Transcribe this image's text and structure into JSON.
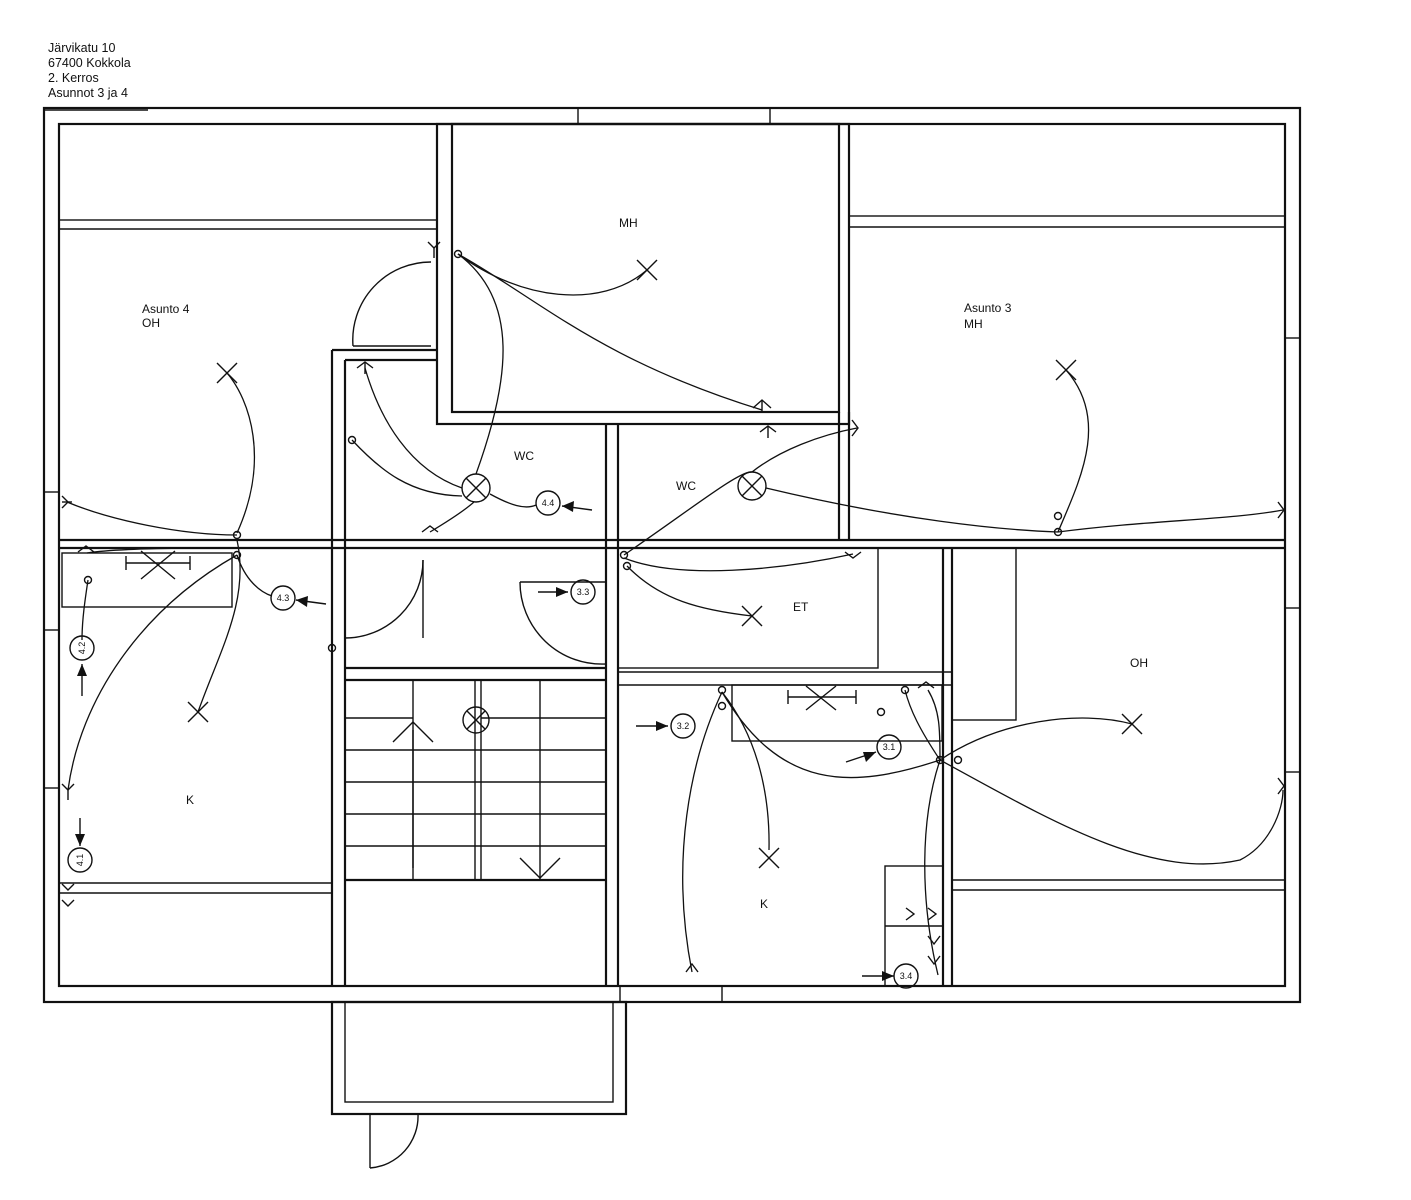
{
  "header": {
    "street": "Järvikatu 10",
    "postal": "67400 Kokkola",
    "floor": "2. Kerros",
    "apartments": "Asunnot 3 ja 4"
  },
  "rooms": {
    "a4_title": "Asunto 4",
    "a4_oh": "OH",
    "a3_title": "Asunto 3",
    "a3_mh": "MH",
    "mh": "MH",
    "wc_left": "WC",
    "wc_right": "WC",
    "et": "ET",
    "oh_right": "OH",
    "k_left": "K",
    "k_right": "K"
  },
  "circuits": {
    "c44": "4.4",
    "c43": "4.3",
    "c42": "4.2",
    "c41": "4.1",
    "c33": "3.3",
    "c32": "3.2",
    "c31": "3.1",
    "c34": "3.4"
  }
}
